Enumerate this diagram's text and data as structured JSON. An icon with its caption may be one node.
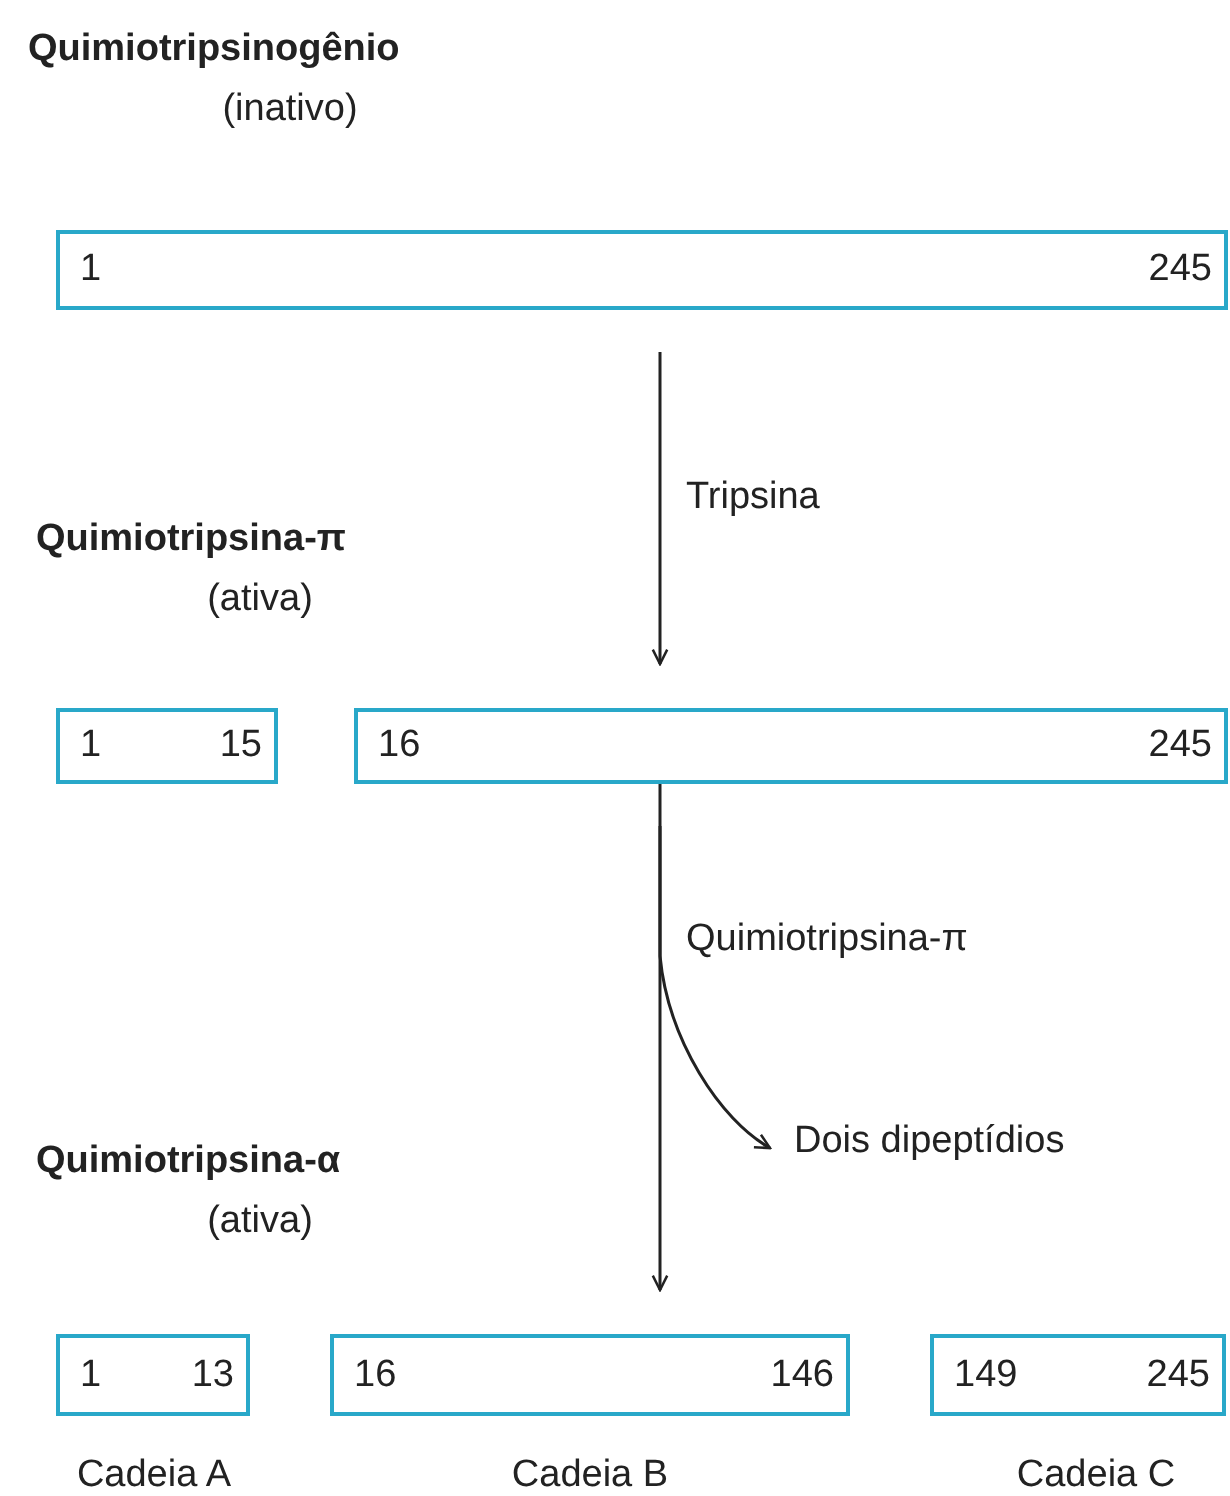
{
  "diagram": {
    "nodes": [
      {
        "text": [
          "1",
          "245"
        ],
        "beside": [
          "Quimiotripsinogênio",
          "(inativo)"
        ]
      },
      {
        "text": [
          "1",
          "15"
        ],
        "beside": [
          "Quimiotripsina-π",
          "(ativa)"
        ]
      },
      {
        "text": [
          "16",
          "245"
        ]
      },
      {
        "text": [
          "Dois dipeptídios"
        ]
      },
      {
        "text": [
          "1",
          "13"
        ],
        "beside": [
          "Quimiotripsina-α",
          "(ativa)",
          "Cadeia A"
        ]
      },
      {
        "text": [
          "16",
          "146"
        ],
        "beside": [
          "Cadeia B"
        ]
      },
      {
        "text": [
          "149",
          "245"
        ],
        "beside": [
          "Cadeia C"
        ]
      }
    ],
    "edges": [
      {
        "from": 0,
        "to": 2,
        "arrow": "to",
        "label": "Tripsina"
      },
      {
        "from": 2,
        "to": 5,
        "arrow": "to",
        "label": "Quimiotripsina-π"
      },
      {
        "from": 2,
        "to": 3,
        "arrow": "to"
      }
    ]
  }
}
